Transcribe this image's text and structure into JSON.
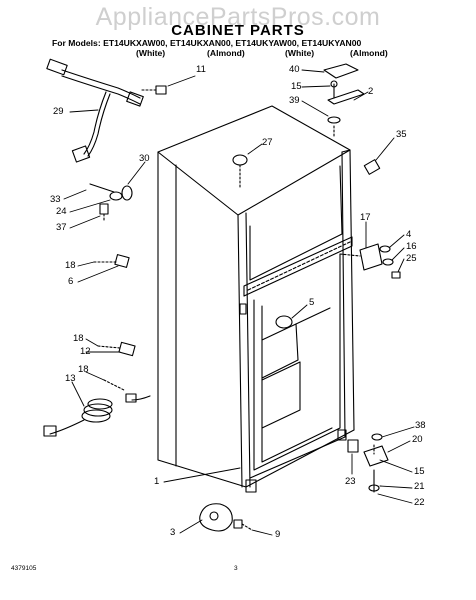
{
  "watermark": "AppliancePartsPros.com",
  "title": "CABINET PARTS",
  "models_line": "For Models: ET14UKXAW00, ET14UKXAN00, ET14UKYAW00, ET14UKYAN00",
  "colors": [
    "(White)",
    "(Almond)",
    "(White)",
    "(Almond)"
  ],
  "callouts": [
    "11",
    "40",
    "15",
    "2",
    "39",
    "29",
    "35",
    "27",
    "30",
    "33",
    "24",
    "37",
    "17",
    "4",
    "16",
    "25",
    "18",
    "6",
    "5",
    "18",
    "12",
    "13",
    "18",
    "1",
    "38",
    "20",
    "15",
    "21",
    "22",
    "23",
    "3",
    "9"
  ],
  "footer_left": "4379105",
  "footer_center": "3"
}
